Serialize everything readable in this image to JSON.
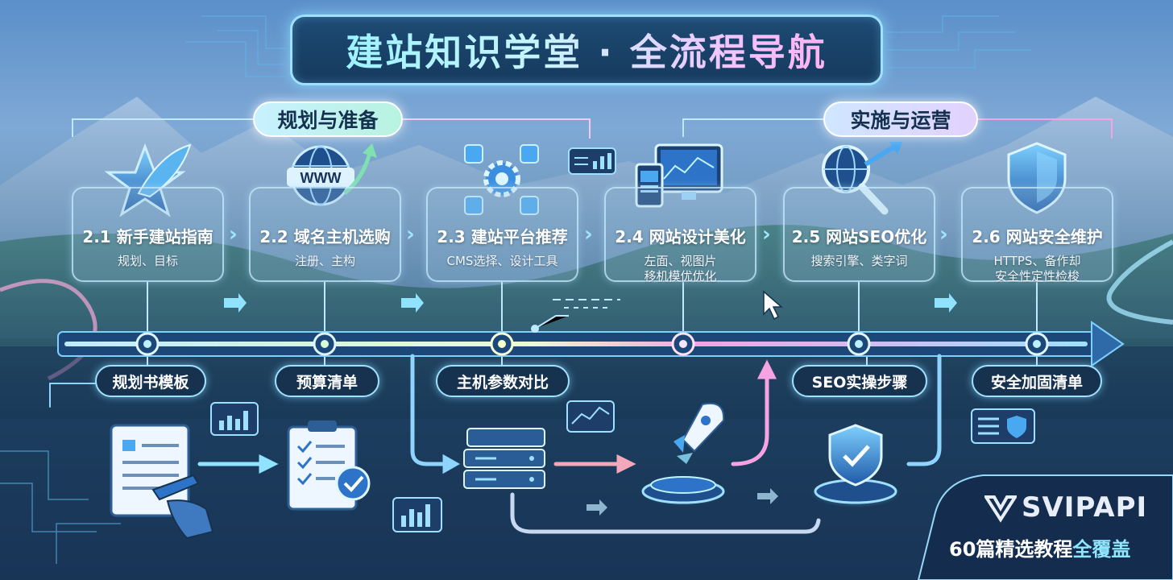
{
  "title": "建站知识学堂 · 全流程导航",
  "phases": [
    {
      "label": "规划与准备"
    },
    {
      "label": "实施与运营"
    }
  ],
  "steps": [
    {
      "title": "2.1 新手建站指南",
      "sub": [
        "规划、目标"
      ],
      "icon": "star-feather-icon"
    },
    {
      "title": "2.2 域名主机选购",
      "sub": [
        "注册、主构"
      ],
      "icon": "www-globe-icon"
    },
    {
      "title": "2.3 建站平台推荐",
      "sub": [
        "CMS选择、设计工具"
      ],
      "icon": "gear-blocks-icon"
    },
    {
      "title": "2.4 网站设计美化",
      "sub": [
        "左面、视图片",
        "移机模优优化"
      ],
      "icon": "devices-icon"
    },
    {
      "title": "2.5 网站SEO优化",
      "sub": [
        "搜索引擎、类字词"
      ],
      "icon": "seo-magnifier-icon"
    },
    {
      "title": "2.6 网站安全维护",
      "sub": [
        "HTTPS、备作却",
        "安全性定性检梭"
      ],
      "icon": "shield-icon"
    }
  ],
  "resources": [
    {
      "label": "规划书模板",
      "icon": "plan-document-icon"
    },
    {
      "label": "预算清单",
      "icon": "checklist-clipboard-icon"
    },
    {
      "label": "主机参数对比",
      "icon": "server-icon"
    },
    {
      "label": "SEO实操步骤",
      "icon": "rocket-icon"
    },
    {
      "label": "安全加固清单",
      "icon": "security-shield-icon"
    }
  ],
  "brand": {
    "name": "SVIPAPI",
    "tagline_main": "60篇精选教程",
    "tagline_end": "全覆盖"
  },
  "colors": {
    "accent": "#9fe0ff",
    "navy": "#16324f",
    "pink": "#f5a3e3",
    "timeline": "#2e6aa8"
  }
}
